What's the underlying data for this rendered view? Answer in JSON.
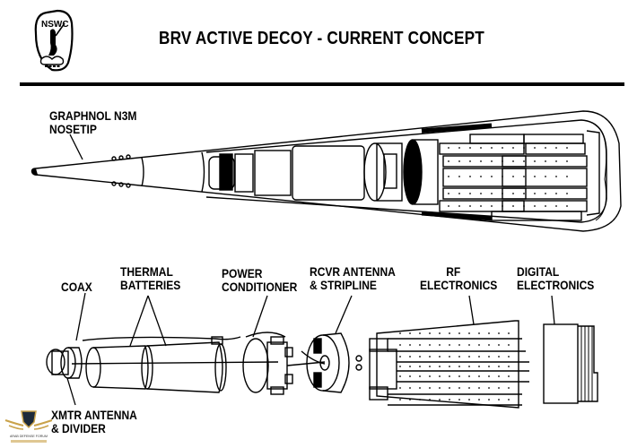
{
  "header": {
    "logo_text": "NSWC",
    "title": "BRV ACTIVE DECOY - CURRENT CONCEPT"
  },
  "assembled_view": {
    "labels": [
      {
        "line1": "GRAPHNOL N3M",
        "line2": "NOSETIP"
      }
    ]
  },
  "exploded_view": {
    "labels": [
      {
        "id": "coax",
        "line1": "COAX",
        "line2": ""
      },
      {
        "id": "thermal-batteries",
        "line1": "THERMAL",
        "line2": "BATTERIES"
      },
      {
        "id": "power-conditioner",
        "line1": "POWER",
        "line2": "CONDITIONER"
      },
      {
        "id": "rcvr-antenna",
        "line1": "RCVR ANTENNA",
        "line2": "& STRIPLINE"
      },
      {
        "id": "rf-electronics",
        "line1": "RF",
        "line2": "ELECTRONICS"
      },
      {
        "id": "digital-electronics",
        "line1": "DIGITAL",
        "line2": "ELECTRONICS"
      },
      {
        "id": "xmtr-antenna",
        "line1": "XMTR ANTENNA",
        "line2": "& DIVIDER"
      }
    ]
  },
  "watermark": {
    "text": "ARAB DEFENSE FORUM"
  }
}
